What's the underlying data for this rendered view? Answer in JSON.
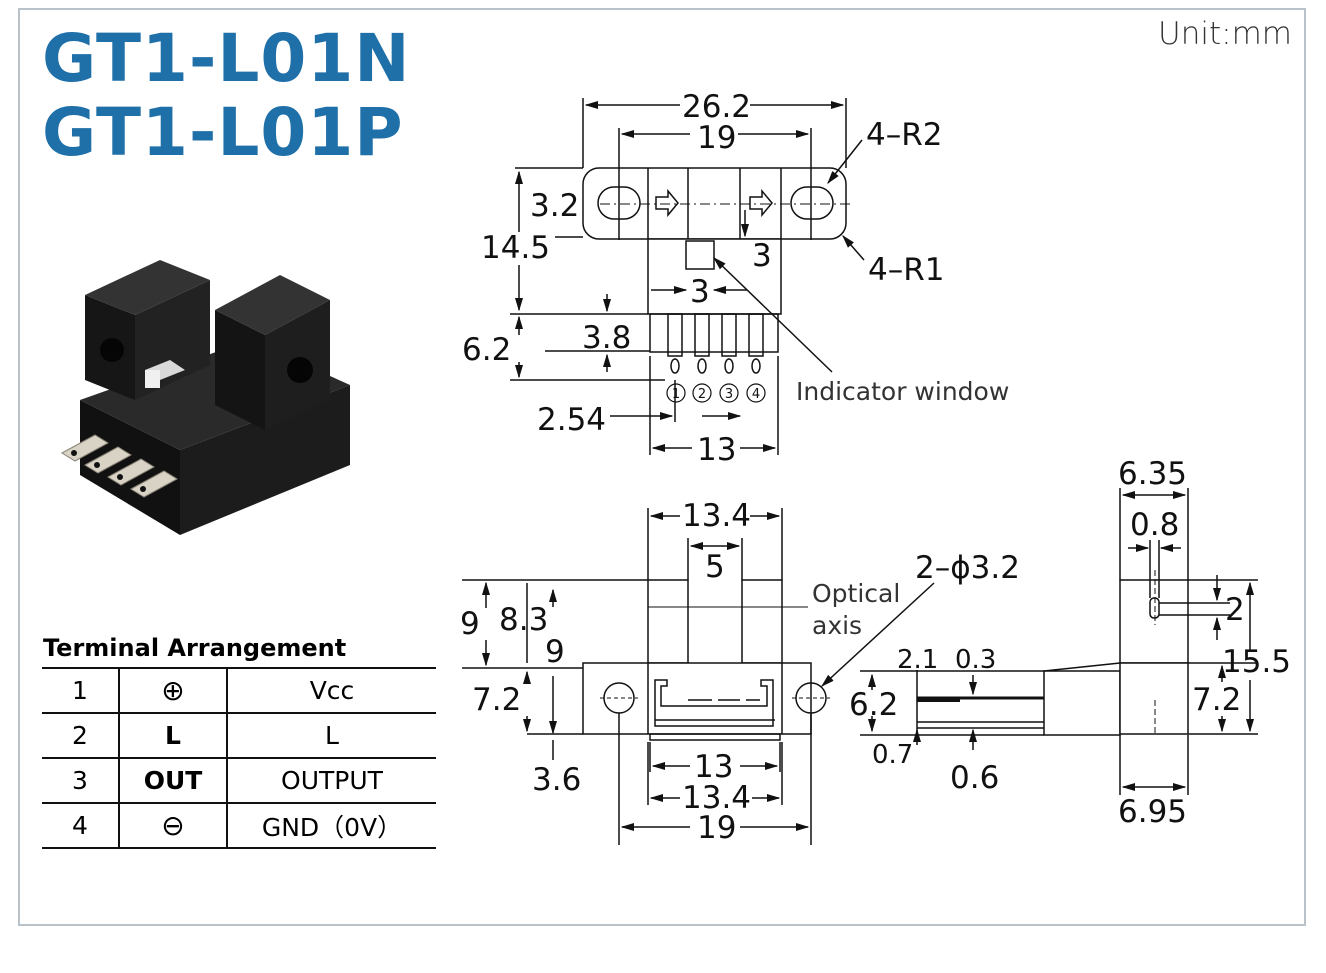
{
  "title": {
    "model_1": "GT1-L01N",
    "model_2": "GT1-L01P",
    "unit": "Unit:mm"
  },
  "terminal": {
    "title": "Terminal Arrangement",
    "rows": [
      {
        "pin": "1",
        "symbol": "⊕",
        "function": "Vcc"
      },
      {
        "pin": "2",
        "symbol": "L",
        "function": "L"
      },
      {
        "pin": "3",
        "symbol": "OUT",
        "function": "OUTPUT"
      },
      {
        "pin": "4",
        "symbol": "⊖",
        "function": "GND（0V）"
      }
    ]
  },
  "top_view": {
    "d_26_2": "26.2",
    "d_19": "19",
    "d_4r2": "4–R2",
    "d_3_2": "3.2",
    "d_14_5": "14.5",
    "d_3a": "3",
    "d_4r1": "4–R1",
    "d_3b": "3",
    "d_6_2": "6.2",
    "d_3_8": "3.8",
    "indicator": "Indicator window",
    "d_2_54": "2.54",
    "d_13": "13",
    "pins": [
      "1",
      "2",
      "3",
      "4"
    ]
  },
  "front_view": {
    "d_13_4_top": "13.4",
    "d_5": "5",
    "d_2phi": "2–ϕ3.2",
    "optical": "Optical",
    "axis": "axis",
    "d_9a": "9",
    "d_8_3": "8.3",
    "d_9b": "9",
    "d_7_2": "7.2",
    "d_3_6": "3.6",
    "d_13": "13",
    "d_13_4": "13.4",
    "d_19": "19"
  },
  "side_view": {
    "d_6_35": "6.35",
    "d_0_8": "0.8",
    "d_2": "2",
    "d_15_5": "15.5",
    "d_7_2": "7.2",
    "d_6_95": "6.95",
    "d_2_1": "2.1",
    "d_0_3": "0.3",
    "d_6_2": "6.2",
    "d_0_7": "0.7",
    "d_0_6": "0.6"
  }
}
